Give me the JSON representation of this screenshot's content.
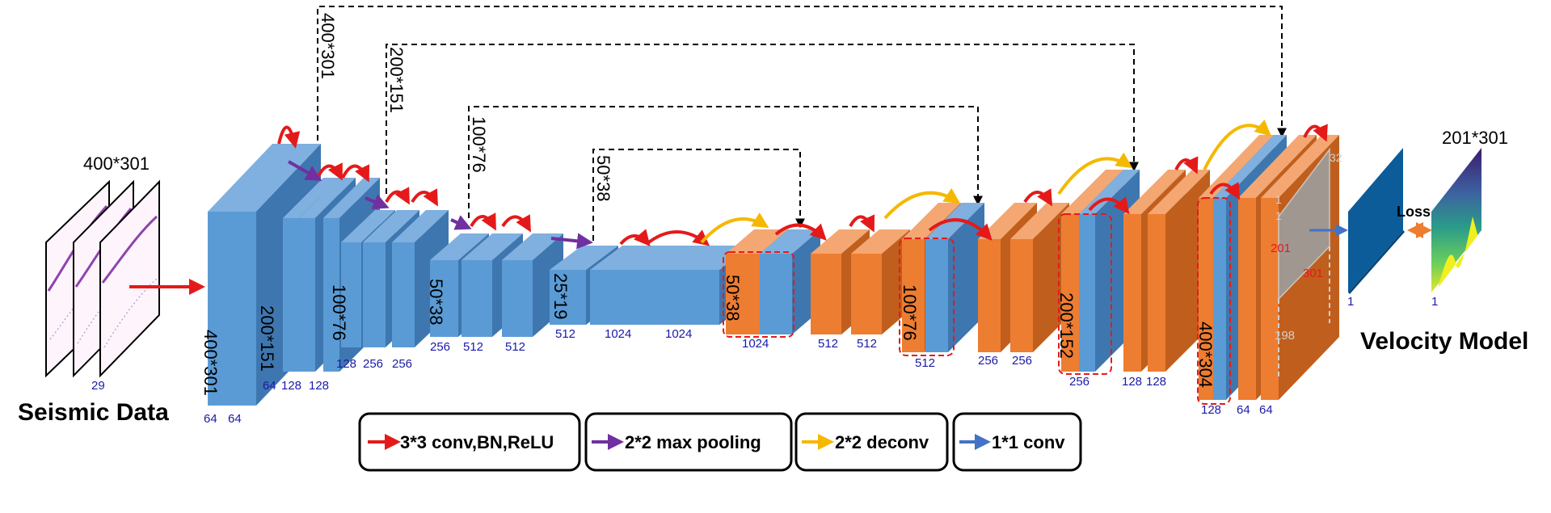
{
  "input": {
    "label": "Seismic Data",
    "size": "400*301",
    "channels": "29"
  },
  "output": {
    "label": "Velocity Model",
    "size": "201*301",
    "channels": "1",
    "loss": "Loss"
  },
  "encoder": {
    "level1": {
      "size": "400*301",
      "channels": [
        "64",
        "64"
      ]
    },
    "level2": {
      "size": "200*151",
      "channels": [
        "64",
        "128",
        "128"
      ]
    },
    "level3": {
      "size": "100*76",
      "channels": [
        "128",
        "256",
        "256"
      ]
    },
    "level4": {
      "size": "50*38",
      "channels": [
        "256",
        "512",
        "512"
      ]
    },
    "bottleneck": {
      "size": "25*19",
      "channels": [
        "512",
        "1024",
        "1024"
      ]
    }
  },
  "decoder": {
    "level4": {
      "size": "50*38",
      "channels": [
        "1024",
        "512",
        "512"
      ]
    },
    "level3": {
      "size": "100*76",
      "channels": [
        "512",
        "256",
        "256"
      ]
    },
    "level2": {
      "size": "200*152",
      "channels": [
        "256",
        "128",
        "128"
      ]
    },
    "level1": {
      "size": "400*304",
      "channels": [
        "128",
        "64",
        "64"
      ]
    },
    "final": {
      "channels": "1"
    }
  },
  "skip": {
    "s1": "400*301",
    "s2": "200*151",
    "s3": "100*76",
    "s4": "50*38"
  },
  "crop": {
    "h": "201",
    "w": "301",
    "rest": "198",
    "faded1": "1",
    "faded2": "1",
    "faded3": "32"
  },
  "legend": {
    "conv": "3*3 conv,BN,ReLU",
    "pool": "2*2 max pooling",
    "deconv": "2*2 deconv",
    "conv1": "1*1 conv"
  },
  "colors": {
    "encoder_front": "#5b9bd5",
    "encoder_top": "#7fb0df",
    "encoder_side": "#3e77b0",
    "decoder_front": "#ed7d31",
    "decoder_top": "#f4a772",
    "decoder_side": "#c05f1d",
    "conv_arrow": "#e41a1a",
    "pool_arrow": "#7030a0",
    "deconv_arrow": "#f5b800",
    "conv1_arrow": "#4472c4",
    "loss_arrow": "#ed7d31"
  }
}
